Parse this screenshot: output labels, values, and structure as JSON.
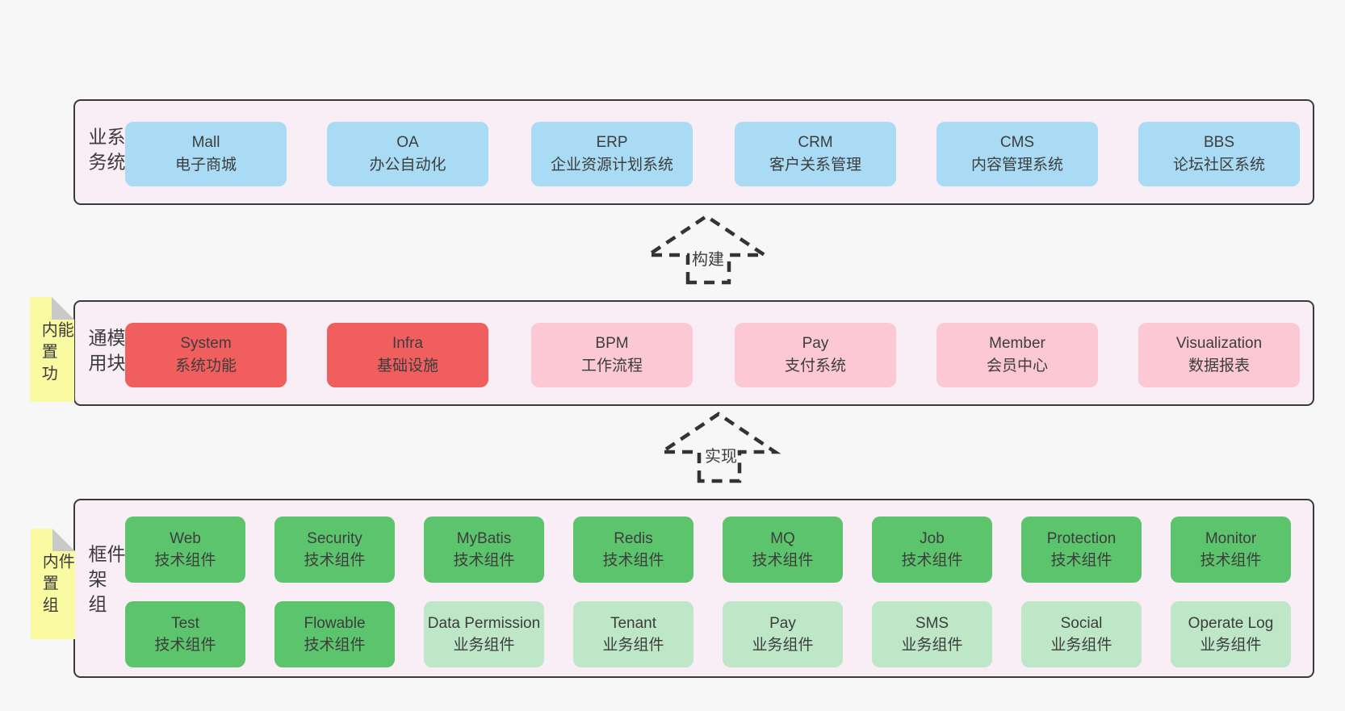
{
  "colors": {
    "page_bg": "#f7f7f7",
    "panel_fill": "#f9edf6",
    "panel_border": "#3a3a3a",
    "business_box": "#a9dbf4",
    "core_module_box": "#f15e5e",
    "optional_module_box": "#fbc8d3",
    "tech_component_box": "#5cc46d",
    "biz_component_box": "#bde7c6",
    "sticky_note": "#fafaa3",
    "sticky_fold": "#c9c9c9",
    "arrow_dash": "#333333"
  },
  "sections": {
    "business": {
      "label": "业务系统",
      "boxes": [
        {
          "title": "Mall",
          "subtitle": "电子商城"
        },
        {
          "title": "OA",
          "subtitle": "办公自动化"
        },
        {
          "title": "ERP",
          "subtitle": "企业资源计划系统"
        },
        {
          "title": "CRM",
          "subtitle": "客户关系管理"
        },
        {
          "title": "CMS",
          "subtitle": "内容管理系统"
        },
        {
          "title": "BBS",
          "subtitle": "论坛社区系统"
        }
      ]
    },
    "modules": {
      "label": "通用模块",
      "sticky": "内置功能",
      "boxes": [
        {
          "title": "System",
          "subtitle": "系统功能"
        },
        {
          "title": "Infra",
          "subtitle": "基础设施"
        },
        {
          "title": "BPM",
          "subtitle": "工作流程"
        },
        {
          "title": "Pay",
          "subtitle": "支付系统"
        },
        {
          "title": "Member",
          "subtitle": "会员中心"
        },
        {
          "title": "Visualization",
          "subtitle": "数据报表"
        }
      ]
    },
    "components": {
      "label": "框架组件",
      "sticky": "内置组件",
      "row1": [
        {
          "title": "Web",
          "subtitle": "技术组件"
        },
        {
          "title": "Security",
          "subtitle": "技术组件"
        },
        {
          "title": "MyBatis",
          "subtitle": "技术组件"
        },
        {
          "title": "Redis",
          "subtitle": "技术组件"
        },
        {
          "title": "MQ",
          "subtitle": "技术组件"
        },
        {
          "title": "Job",
          "subtitle": "技术组件"
        },
        {
          "title": "Protection",
          "subtitle": "技术组件"
        },
        {
          "title": "Monitor",
          "subtitle": "技术组件"
        }
      ],
      "row2": [
        {
          "title": "Test",
          "subtitle": "技术组件"
        },
        {
          "title": "Flowable",
          "subtitle": "技术组件"
        },
        {
          "title": "Data Permission",
          "subtitle": "业务组件"
        },
        {
          "title": "Tenant",
          "subtitle": "业务组件"
        },
        {
          "title": "Pay",
          "subtitle": "业务组件"
        },
        {
          "title": "SMS",
          "subtitle": "业务组件"
        },
        {
          "title": "Social",
          "subtitle": "业务组件"
        },
        {
          "title": "Operate Log",
          "subtitle": "业务组件"
        }
      ]
    }
  },
  "arrows": [
    {
      "label": "构建"
    },
    {
      "label": "实现"
    }
  ]
}
